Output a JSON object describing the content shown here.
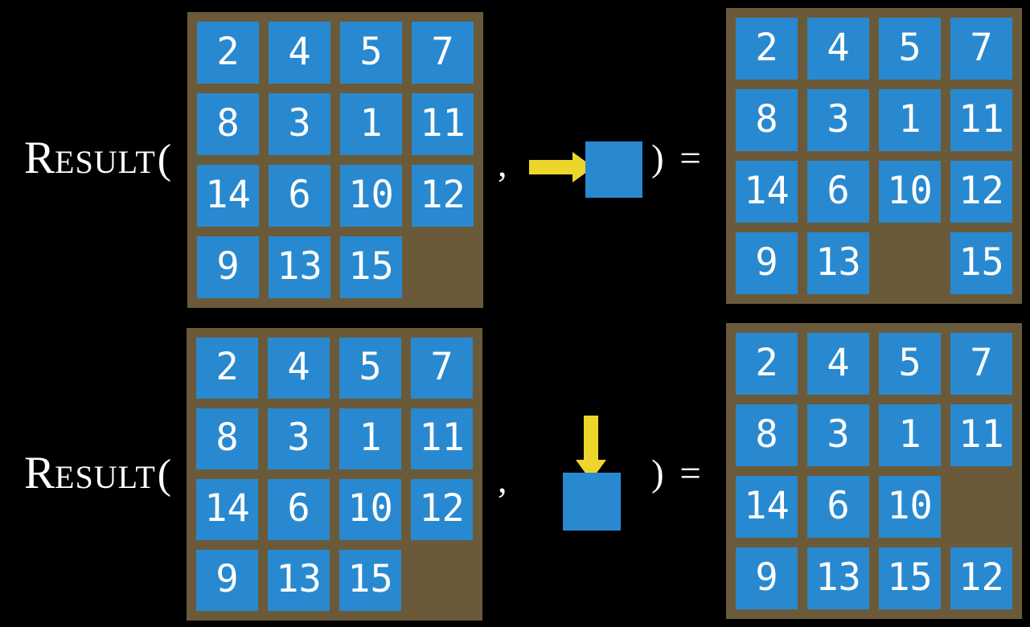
{
  "colors": {
    "background": "#000000",
    "board": "#6A5A3A",
    "tile": "#2889D0",
    "tile_text": "#FFFFFF",
    "arrow": "#EDD629",
    "text": "#FFFFFF"
  },
  "labels": {
    "function_initial": "R",
    "function_rest": "ESULT",
    "open_paren": "(",
    "comma": ",",
    "close_paren_equals": ") ="
  },
  "examples": [
    {
      "action": "blank-moves-right",
      "action_icon": "right-arrow-icon",
      "state": [
        [
          "2",
          "4",
          "5",
          "7"
        ],
        [
          "8",
          "3",
          "1",
          "11"
        ],
        [
          "14",
          "6",
          "10",
          "12"
        ],
        [
          "9",
          "13",
          "15",
          ""
        ]
      ],
      "result": [
        [
          "2",
          "4",
          "5",
          "7"
        ],
        [
          "8",
          "3",
          "1",
          "11"
        ],
        [
          "14",
          "6",
          "10",
          "12"
        ],
        [
          "9",
          "13",
          "",
          "15"
        ]
      ]
    },
    {
      "action": "blank-moves-down",
      "action_icon": "down-arrow-icon",
      "state": [
        [
          "2",
          "4",
          "5",
          "7"
        ],
        [
          "8",
          "3",
          "1",
          "11"
        ],
        [
          "14",
          "6",
          "10",
          "12"
        ],
        [
          "9",
          "13",
          "15",
          ""
        ]
      ],
      "result": [
        [
          "2",
          "4",
          "5",
          "7"
        ],
        [
          "8",
          "3",
          "1",
          "11"
        ],
        [
          "14",
          "6",
          "10",
          ""
        ],
        [
          "9",
          "13",
          "15",
          "12"
        ]
      ]
    }
  ]
}
